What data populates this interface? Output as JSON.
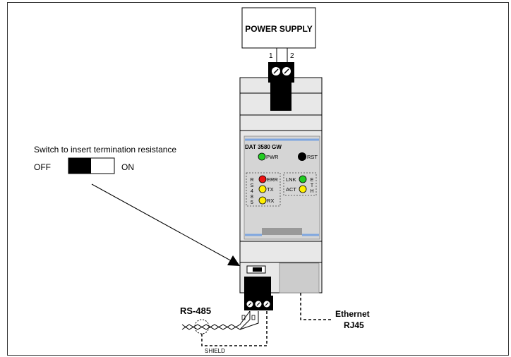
{
  "power_supply": {
    "label": "POWER SUPPLY",
    "pin1": "1",
    "pin2": "2"
  },
  "device": {
    "model": "DAT 3580 GW",
    "pwr": "PWR",
    "rst": "RST",
    "rs485_vertical": [
      "R",
      "S",
      "4",
      "8",
      "5"
    ],
    "eth_vertical": [
      "E",
      "T",
      "H"
    ],
    "err": "ERR",
    "tx": "TX",
    "rx": "RX",
    "lnk": "LNK",
    "act": "ACT"
  },
  "switch_note": {
    "caption": "Switch to insert termination resistance",
    "off": "OFF",
    "on": "ON"
  },
  "rs485": {
    "label": "RS-485",
    "shield": "SHIELD"
  },
  "ethernet": {
    "label_line1": "Ethernet",
    "label_line2": "RJ45"
  },
  "colors": {
    "led_green": "#22cc22",
    "led_red": "#ee1111",
    "led_yellow": "#ffee00",
    "panel_blue": "#7ea6e0",
    "device_grey": "#e6e6e6",
    "panel_grey": "#d4d4d4"
  }
}
